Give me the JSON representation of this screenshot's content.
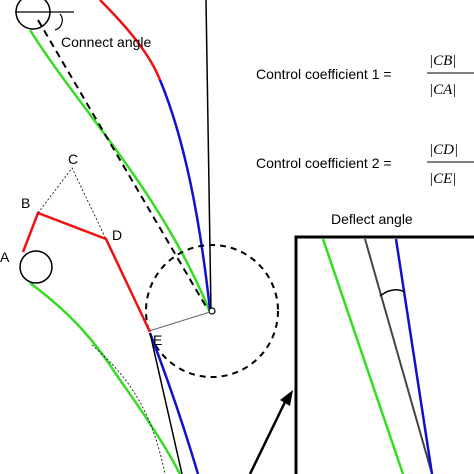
{
  "labels": {
    "connect_angle": "Connect angle",
    "deflect_angle": "Deflect angle",
    "point_a": "A",
    "point_b": "B",
    "point_c": "C",
    "point_d": "D",
    "point_e": "E"
  },
  "formulas": {
    "cc1_prefix": "Control coefficient 1 =",
    "cc1_numerator": "|CB|",
    "cc1_denominator": "|CA|",
    "cc2_prefix": "Control coefficient 2 =",
    "cc2_numerator": "|CD|",
    "cc2_denominator": "|CE|"
  },
  "colors": {
    "green_curve": "#33dd22",
    "red_curve": "#ee1111",
    "blue_curve": "#1111cc",
    "black": "#000000",
    "gray": "#444444"
  }
}
